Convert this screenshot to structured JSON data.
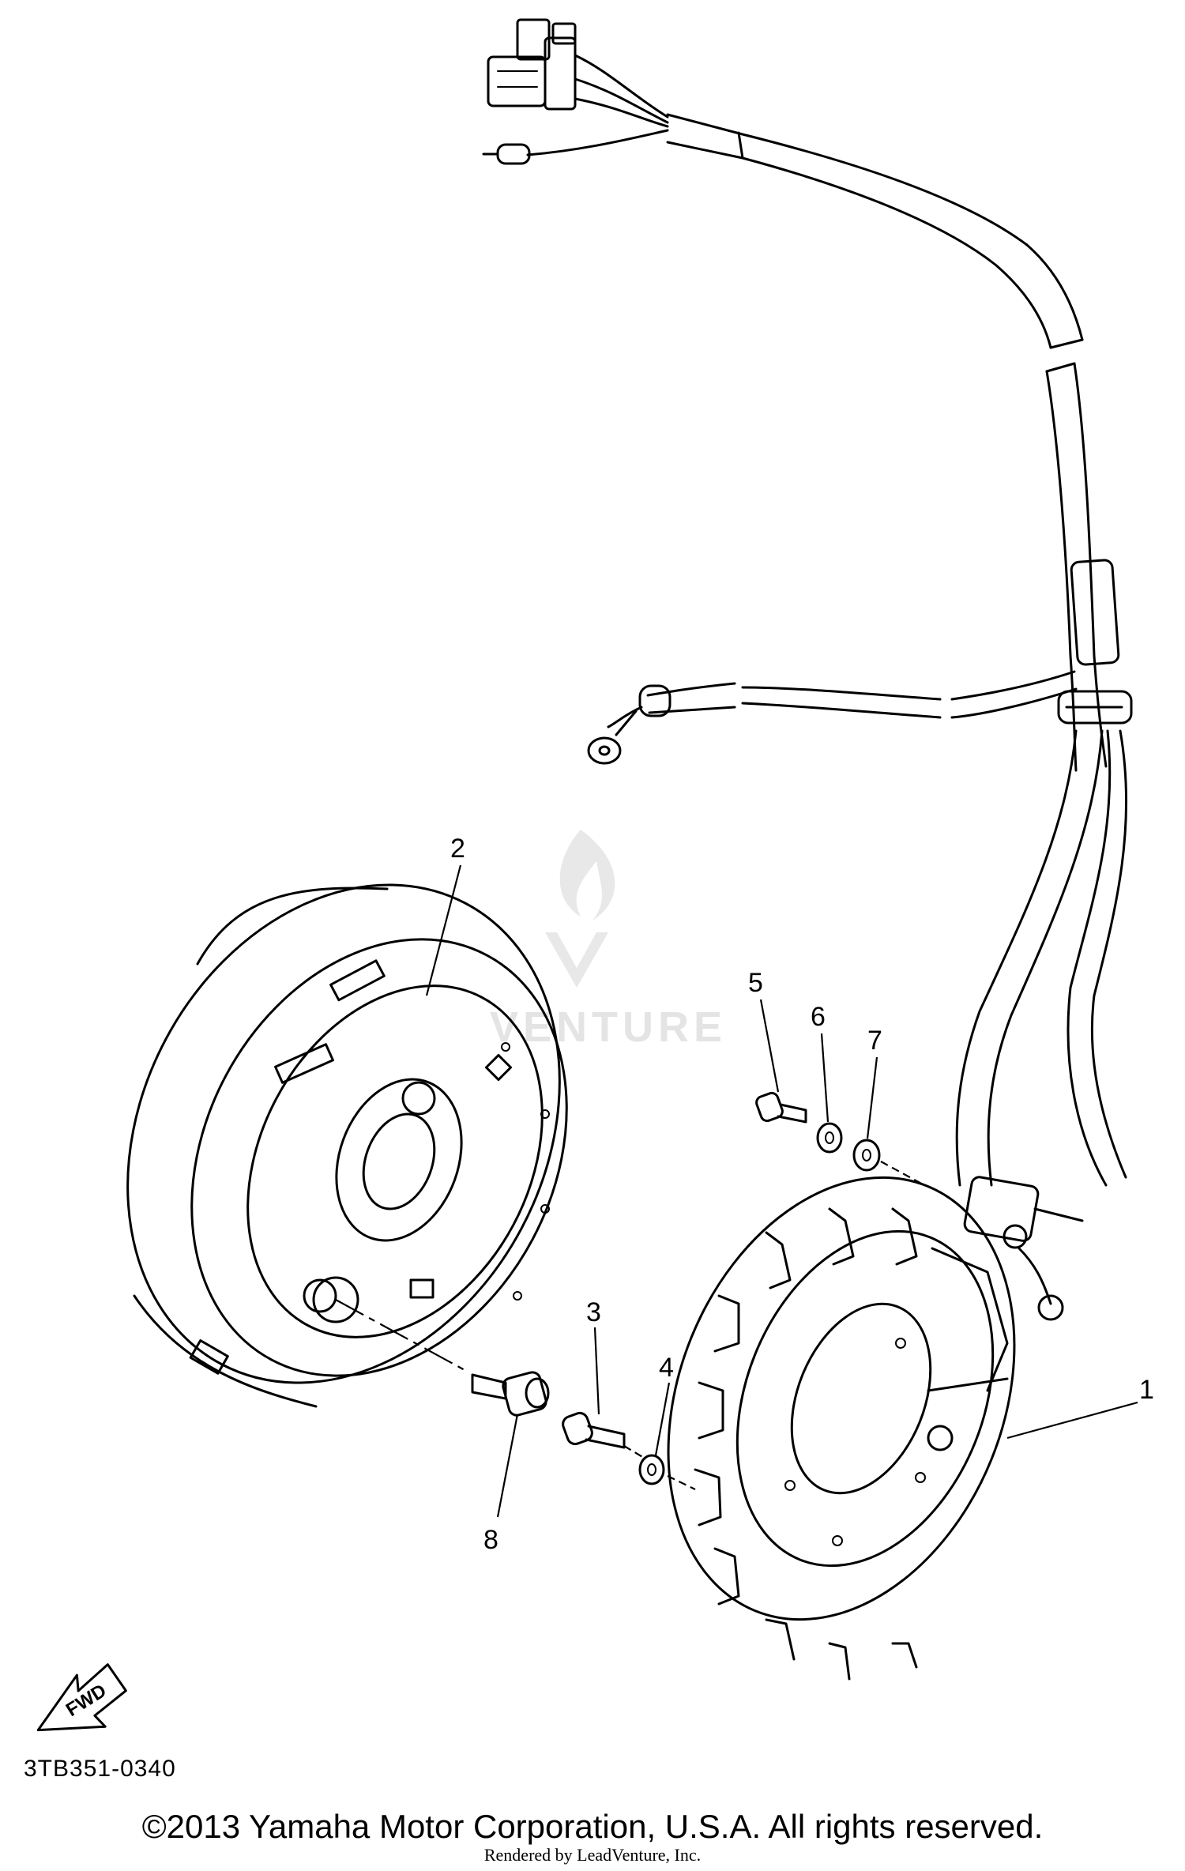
{
  "callouts": {
    "c1": "1",
    "c2": "2",
    "c3": "3",
    "c4": "4",
    "c5": "5",
    "c6": "6",
    "c7": "7",
    "c8": "8"
  },
  "direction_arrow_label": "FWD",
  "watermark_text": "VENTURE",
  "diagram_code": "3TB351-0340",
  "copyright": "©2013 Yamaha Motor Corporation, U.S.A. All rights reserved.",
  "rendered_by": "Rendered by LeadVenture, Inc."
}
